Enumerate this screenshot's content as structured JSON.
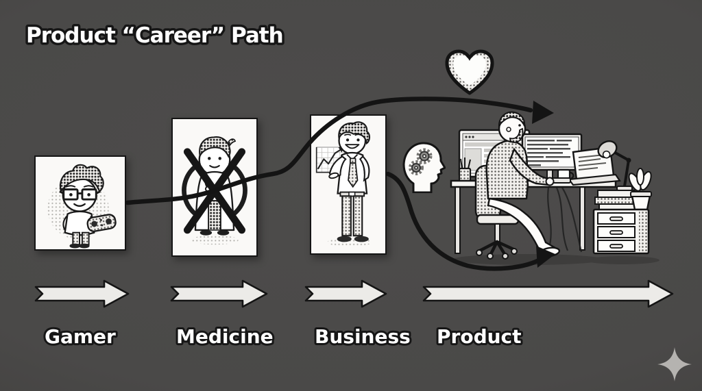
{
  "title": "Product “Career” Path",
  "steps": [
    {
      "id": "gamer",
      "label": "Gamer",
      "illustration": "boy with glasses holding a game controller",
      "crossed_out": false
    },
    {
      "id": "medicine",
      "label": "Medicine",
      "illustration": "doctor in lab coat crossed out with a big X",
      "crossed_out": true
    },
    {
      "id": "business",
      "label": "Business",
      "illustration": "businessman with tie presenting a rising chart",
      "crossed_out": false
    },
    {
      "id": "product",
      "label": "Product",
      "illustration": "person working at a desk with monitors, laptop, lamp, books, plant and drawers",
      "crossed_out": false
    }
  ],
  "decorations": {
    "heart_icon": "heart",
    "mind_gears_icon": "head silhouette with gears",
    "sparkle_icon": "four-point sparkle"
  },
  "colors": {
    "background": "#4a4948",
    "ink": "#161616",
    "card": "#faf9f7",
    "arrow_fill": "#ecebe8",
    "label_text": "#ffffff",
    "sparkle": "#b5b3b0"
  }
}
